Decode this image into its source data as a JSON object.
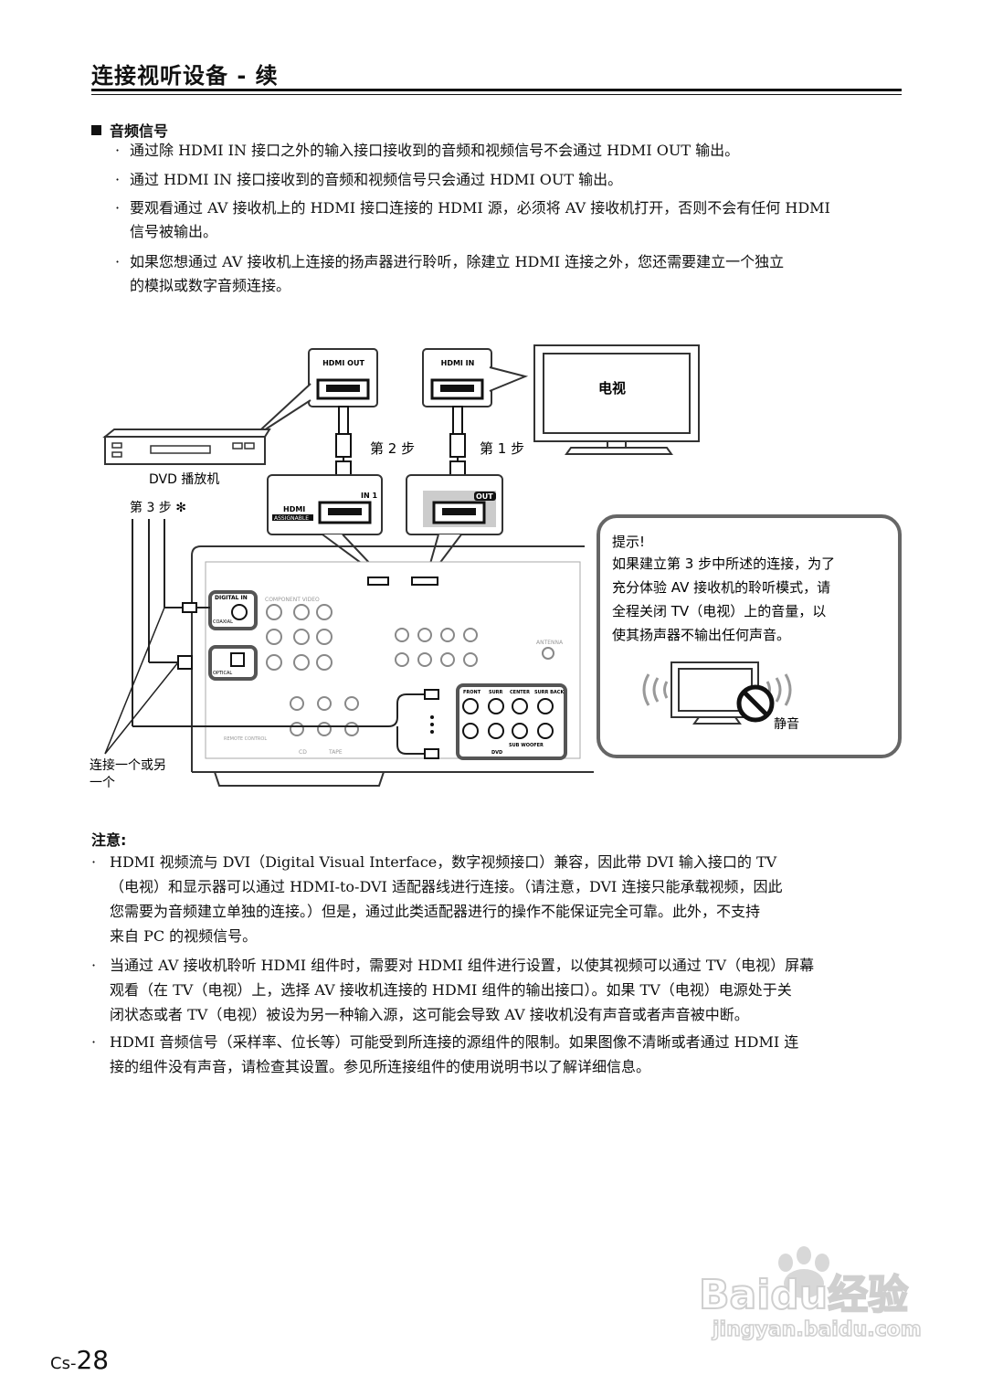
{
  "header": {
    "title": "连接视听设备 - 续"
  },
  "section": {
    "heading": "音频信号"
  },
  "bullets": [
    {
      "lines": [
        "通过除 HDMI IN 接口之外的输入接口接收到的音频和视频信号不会通过 HDMI OUT 输出。"
      ]
    },
    {
      "lines": [
        "通过 HDMI IN 接口接收到的音频和视频信号只会通过 HDMI OUT 输出。"
      ]
    },
    {
      "lines": [
        "要观看通过 AV 接收机上的 HDMI 接口连接的 HDMI 源，必须将 AV 接收机打开，否则不会有任何 HDMI",
        "信号被输出。"
      ]
    },
    {
      "lines": [
        "如果您想通过 AV 接收机上连接的扬声器进行聆听，除建立 HDMI 连接之外，您还需要建立一个独立",
        "的模拟或数字音频连接。"
      ]
    }
  ],
  "diagram": {
    "hdmi_out_label": "HDMI OUT",
    "hdmi_in_label": "HDMI IN",
    "tv_label": "电视",
    "step2": "第 2 步",
    "step1": "第 1 步",
    "step3": "第 3 步 ✻",
    "dvd_label": "DVD 播放机",
    "in1": "IN 1",
    "out": "OUT",
    "hdmi": "HDMI",
    "assignable": "ASSIGNABLE",
    "digital_in": "DIGITAL IN",
    "coaxial": "COAXIAL",
    "optical": "OPTICAL",
    "component_video": "COMPONENT VIDEO",
    "antenna": "ANTENNA",
    "speaker_labels": [
      "FRONT",
      "SURR",
      "CENTER",
      "SURR BACK"
    ],
    "sub_woofer": "SUB WOOFER",
    "dvd": "DVD",
    "cd": "CD",
    "tape": "TAPE",
    "remote_control": "REMOTE CONTROL",
    "connect_either": [
      "连接一个或另",
      "一个"
    ],
    "tip": {
      "title": "提示!",
      "lines": [
        "如果建立第 3 步中所述的连接，为了",
        "充分体验 AV 接收机的聆听模式，请",
        "全程关闭 TV（电视）上的音量，以",
        "使其扬声器不输出任何声音。"
      ],
      "mute": "静音"
    }
  },
  "notes": {
    "heading": "注意:",
    "items": [
      {
        "lines": [
          "HDMI 视频流与 DVI（Digital Visual Interface，数字视频接口）兼容，因此带 DVI 输入接口的 TV",
          "（电视）和显示器可以通过 HDMI-to-DVI 适配器线进行连接。（请注意，DVI 连接只能承载视频，因此",
          "您需要为音频建立单独的连接。）但是，通过此类适配器进行的操作不能保证完全可靠。此外，不支持",
          "来自 PC 的视频信号。"
        ]
      },
      {
        "lines": [
          "当通过 AV 接收机聆听 HDMI 组件时，需要对 HDMI 组件进行设置，以使其视频可以通过 TV（电视）屏幕",
          "观看（在 TV（电视）上，选择 AV 接收机连接的 HDMI 组件的输出接口）。如果 TV（电视）电源处于关",
          "闭状态或者 TV（电视）被设为另一种输入源，这可能会导致 AV 接收机没有声音或者声音被中断。"
        ]
      },
      {
        "lines": [
          "HDMI 音频信号（采样率、位长等）可能受到所连接的源组件的限制。如果图像不清晰或者通过 HDMI 连",
          "接的组件没有声音，请检查其设置。参见所连接组件的使用说明书以了解详细信息。"
        ]
      }
    ]
  },
  "footer": {
    "page_prefix": "Cs-",
    "page_number": "28",
    "watermark_brand": "Baidu经验",
    "watermark_url": "jingyan.baidu.com"
  }
}
